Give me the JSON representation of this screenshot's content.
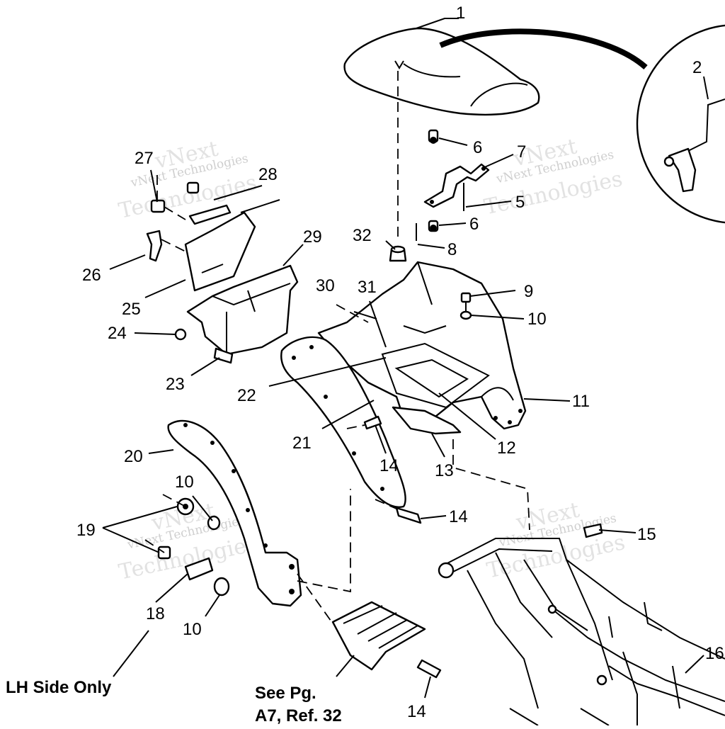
{
  "diagram": {
    "callouts": {
      "c1": "1",
      "c2": "2",
      "c5": "5",
      "c6a": "6",
      "c6b": "6",
      "c7": "7",
      "c8": "8",
      "c9": "9",
      "c10a": "10",
      "c10b": "10",
      "c10c": "10",
      "c11": "11",
      "c12": "12",
      "c13": "13",
      "c14a": "14",
      "c14b": "14",
      "c14c": "14",
      "c15": "15",
      "c16": "16",
      "c18": "18",
      "c19": "19",
      "c20": "20",
      "c21": "21",
      "c22": "22",
      "c23": "23",
      "c24": "24",
      "c25": "25",
      "c26": "26",
      "c27": "27",
      "c28": "28",
      "c29": "29",
      "c30": "30",
      "c31": "31",
      "c32": "32"
    },
    "notes": {
      "lh_side": "LH Side Only",
      "see_pg_line1": "See Pg.",
      "see_pg_line2": "A7, Ref. 32"
    },
    "watermark": {
      "line1": "vNext",
      "line2": "vNext Technologies",
      "line3": "Technologies"
    }
  }
}
